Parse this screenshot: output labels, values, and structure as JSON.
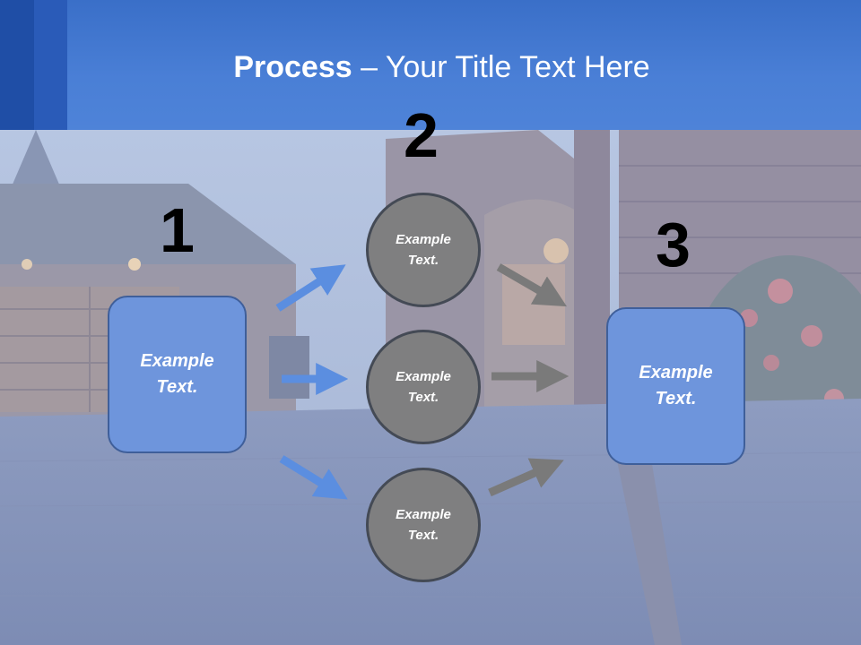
{
  "title": {
    "bold": "Process",
    "rest": " – Your Title Text Here"
  },
  "steps": [
    {
      "number": "1",
      "label_line1": "Example",
      "label_line2": "Text."
    },
    {
      "number": "2"
    },
    {
      "number": "3",
      "label_line1": "Example",
      "label_line2": "Text."
    }
  ],
  "circles": [
    {
      "line1": "Example",
      "line2": "Text."
    },
    {
      "line1": "Example",
      "line2": "Text."
    },
    {
      "line1": "Example",
      "line2": "Text."
    }
  ],
  "colors": {
    "header": "#4a7fd6",
    "box": "#6e95dc",
    "circle": "#7f7f80",
    "blue_arrow": "#5b8ee0",
    "gray_arrow": "#7a7a7a"
  }
}
